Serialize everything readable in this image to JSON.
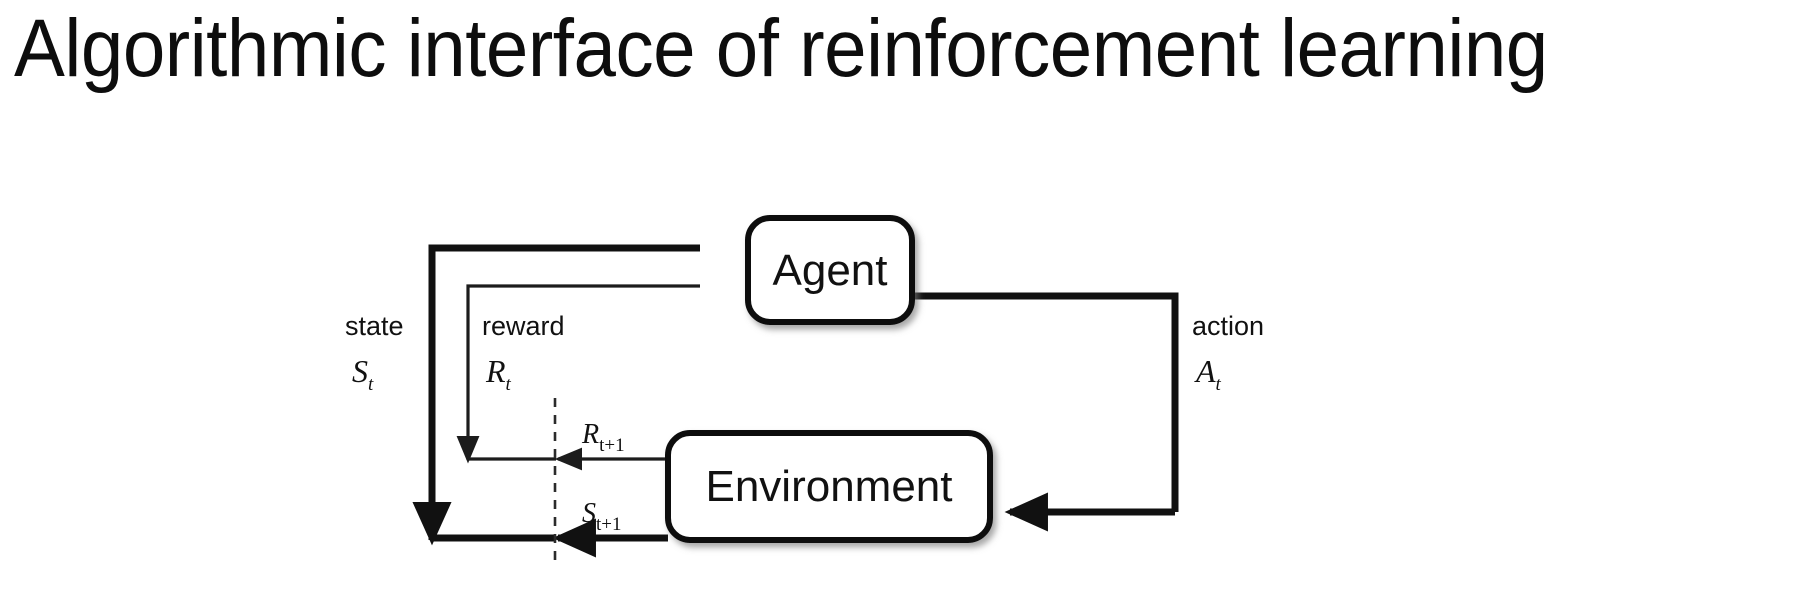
{
  "slide": {
    "title": "Algorithmic interface of reinforcement learning",
    "background_color": "#ffffff",
    "ink_color": "#111111"
  },
  "diagram": {
    "name": "agent-environment-interaction-loop",
    "type": "block-flow-diagram",
    "nodes": [
      {
        "id": "agent",
        "label": "Agent",
        "shape": "rounded-rectangle"
      },
      {
        "id": "environment",
        "label": "Environment",
        "shape": "rounded-rectangle"
      }
    ],
    "edges": [
      {
        "id": "state-edge",
        "from": "environment",
        "to": "agent",
        "weight": "thick",
        "label_word": "state",
        "label_symbol": "S",
        "label_subscript": "t"
      },
      {
        "id": "reward-edge",
        "from": "environment",
        "to": "agent",
        "weight": "thin",
        "label_word": "reward",
        "label_symbol": "R",
        "label_subscript": "t"
      },
      {
        "id": "action-edge",
        "from": "agent",
        "to": "environment",
        "weight": "thick",
        "label_word": "action",
        "label_symbol": "A",
        "label_subscript": "t"
      },
      {
        "id": "next-reward-edge",
        "from": "environment",
        "to": "time-boundary",
        "weight": "thin",
        "label_symbol": "R",
        "label_subscript": "t+1"
      },
      {
        "id": "next-state-edge",
        "from": "environment",
        "to": "time-boundary",
        "weight": "thick",
        "label_symbol": "S",
        "label_subscript": "t+1"
      }
    ],
    "time_boundary": {
      "id": "time-step-divider",
      "style": "dashed-vertical-line"
    }
  }
}
